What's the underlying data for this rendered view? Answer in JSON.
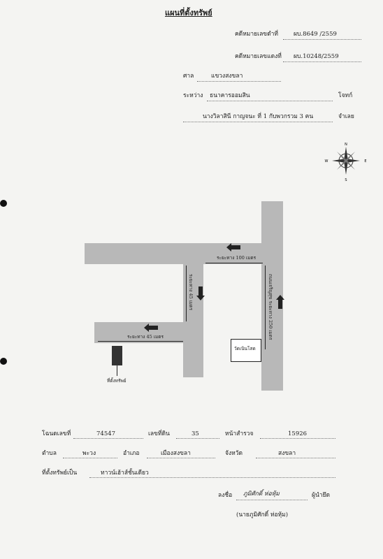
{
  "header": {
    "title": "แผนที่ตั้งทรัพย์",
    "black_case_label": "คดีหมายเลขดำที่",
    "black_case_value": "ผบ.8649 /2559",
    "red_case_label": "คดีหมายเลขแดงที่",
    "red_case_value": "ผบ.10248/2559",
    "court_label": "ศาล",
    "court_value": "แขวงสงขลา",
    "between_label": "ระหว่าง",
    "plaintiff_value": "ธนาคารออมสิน",
    "plaintiff_role": "โจทก์",
    "defendant_value": "นางวิลาสินี กาญจนะ ที่ 1 กับพวกรวม 3 คน",
    "defendant_role": "จำเลย"
  },
  "map": {
    "road_top_label": "ระยะทาง 100 เมตร",
    "road_vertical_mid_label": "ระยะทาง 45 เมตร",
    "road_right_label": "ถนนเจริญสุข ระยะทาง 250 เมตร",
    "road_bottom_label": "ระยะทาง 45 เมตร",
    "temple_label": "วัดเนินโสด",
    "property_label": "ที่ตั้งทรัพย์",
    "compass_n": "N",
    "compass_s": "S",
    "compass_e": "E",
    "compass_w": "W"
  },
  "details": {
    "deed_label": "โฉนดเลขที่",
    "deed_value": "74547",
    "land_no_label": "เลขที่ดิน",
    "land_no_value": "35",
    "survey_label": "หน้าสำรวจ",
    "survey_value": "15926",
    "subdistrict_label": "ตำบล",
    "subdistrict_value": "พะวง",
    "district_label": "อำเภอ",
    "district_value": "เมืองสงขลา",
    "province_label": "จังหวัด",
    "province_value": "สงขลา",
    "building_label": "ที่ตั้งทรัพย์เป็น",
    "building_value": "ทาวน์เฮ้าส์ชั้นเดียว"
  },
  "signature": {
    "sign_label": "ลงชื่อ",
    "signer_name": "ภูมิศักดิ์ ห่อหุ้ม",
    "signer_role": "ผู้นำยึด",
    "printed_name": "(นายภูมิศักดิ์ ห่อหุ้ม)"
  }
}
